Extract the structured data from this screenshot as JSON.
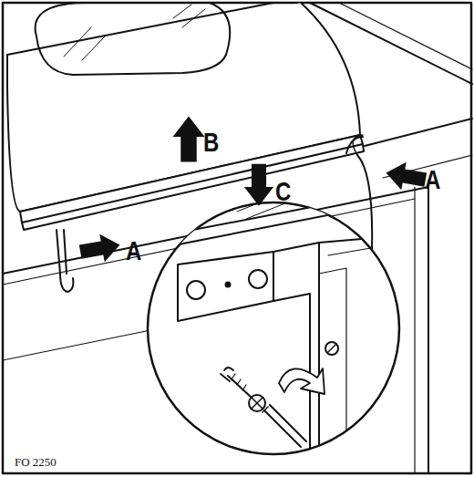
{
  "diagram": {
    "labels": [
      "B",
      "A",
      "A",
      "C",
      "FO 2250"
    ]
  }
}
